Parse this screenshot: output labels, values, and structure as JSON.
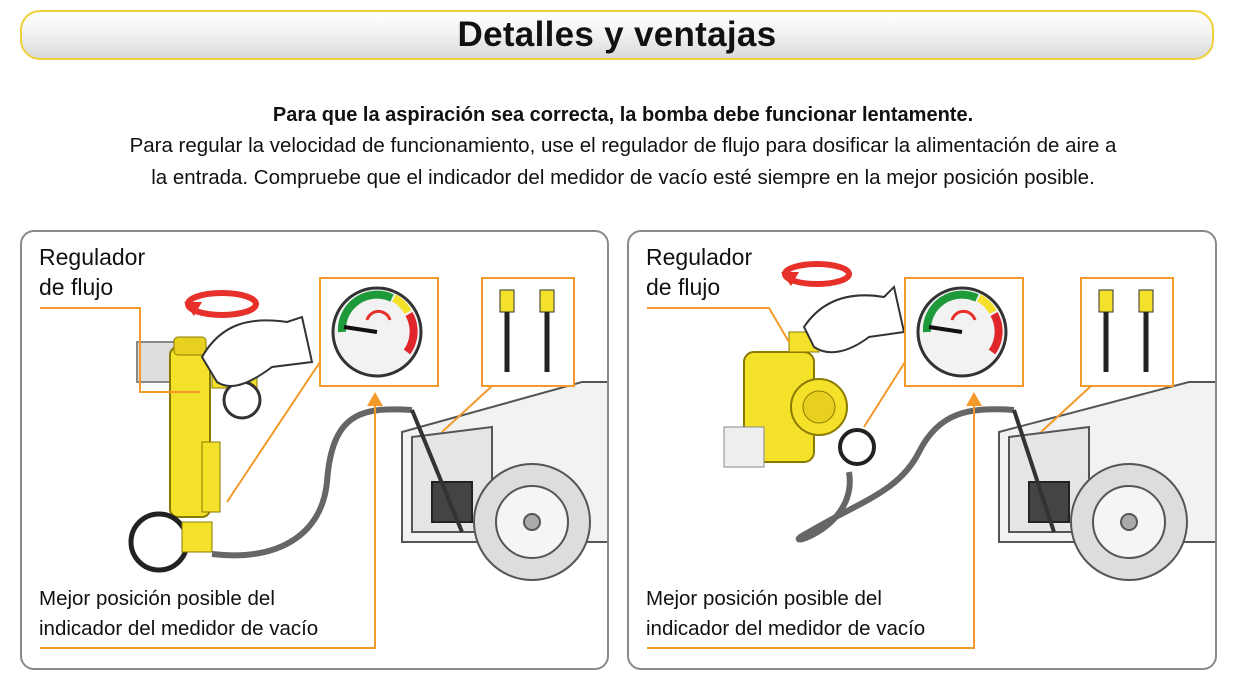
{
  "header": {
    "title": "Detalles y ventajas"
  },
  "intro": {
    "bold": "Para que la aspiración sea correcta, la bomba debe funcionar lentamente.",
    "line1": "Para regular la velocidad de funcionamiento, use el regulador de flujo para dosificar la alimentación de aire a",
    "line2": "la entrada. Compruebe que el indicador del medidor de vacío esté siempre en la mejor posición posible."
  },
  "panels": [
    {
      "regulator_line1": "Regulador",
      "regulator_line2": "de flujo",
      "best_line1": "Mejor posición posible del",
      "best_line2": "indicador del medidor de vacío",
      "pump_type": "piston-pump"
    },
    {
      "regulator_line1": "Regulador",
      "regulator_line2": "de flujo",
      "best_line1": "Mejor posición posible del",
      "best_line2": "indicador del medidor de vacío",
      "pump_type": "diaphragm-pump"
    }
  ],
  "colors": {
    "accent_orange": "#f39a2b",
    "pump_yellow": "#f4e12a",
    "banner_border": "#f1cf3a",
    "gauge_green": "#1e9a3a",
    "gauge_red": "#e0262a",
    "arrow_red": "#e8302a"
  }
}
